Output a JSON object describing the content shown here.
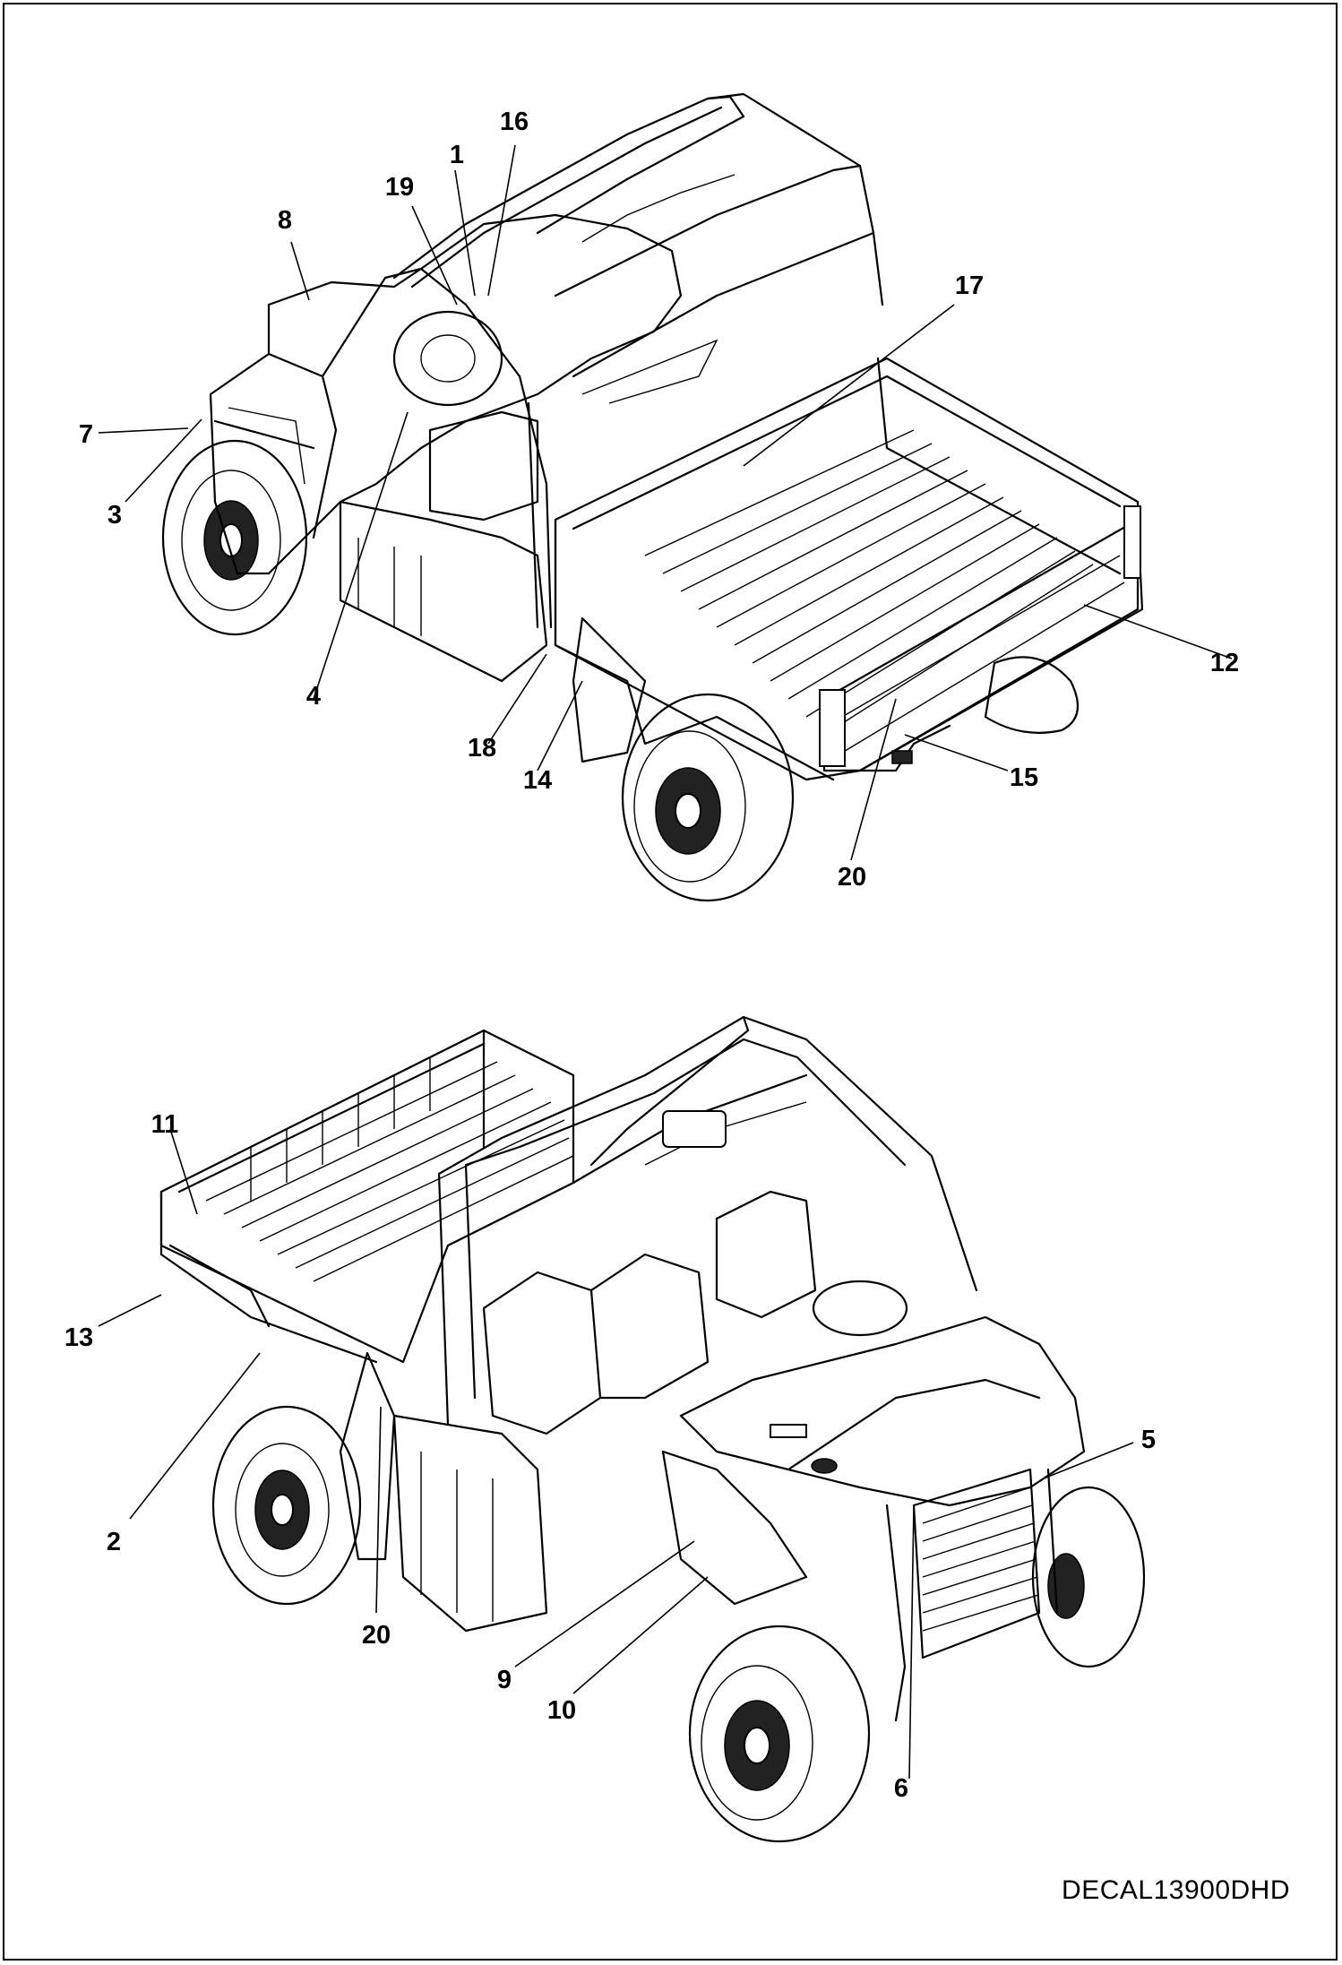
{
  "figure_code": "DECAL13900DHD",
  "callouts": {
    "c1": "1",
    "c2": "2",
    "c3": "3",
    "c4": "4",
    "c5": "5",
    "c6": "6",
    "c7": "7",
    "c8": "8",
    "c9": "9",
    "c10": "10",
    "c11": "11",
    "c12": "12",
    "c13": "13",
    "c14": "14",
    "c15": "15",
    "c16": "16",
    "c17": "17",
    "c18": "18",
    "c19": "19",
    "c20a": "20",
    "c20b": "20"
  }
}
